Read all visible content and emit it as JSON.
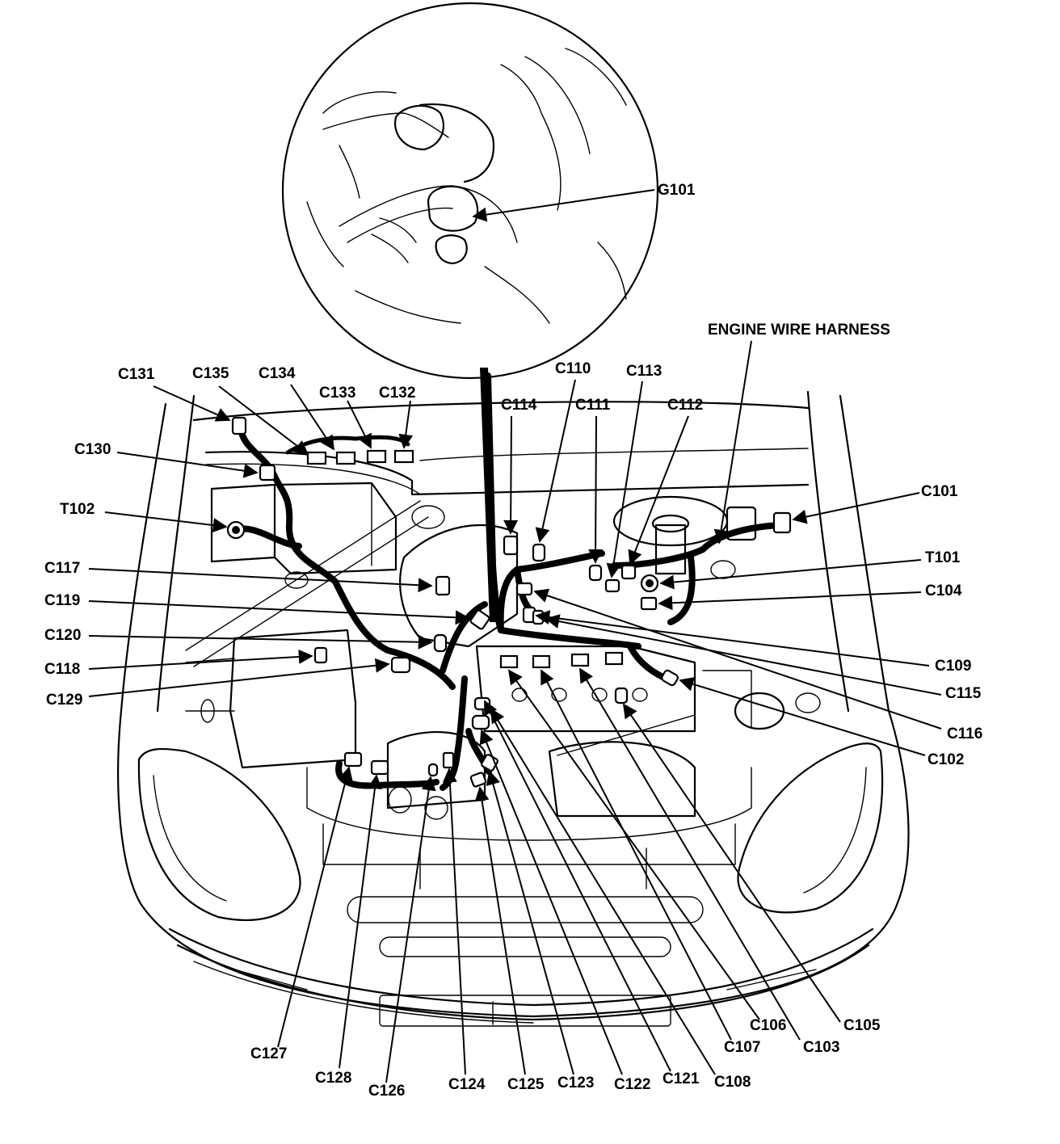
{
  "diagram": {
    "callouts": {
      "g101": "G101",
      "harness": "ENGINE WIRE HARNESS",
      "c101": "C101",
      "c102": "C102",
      "c103": "C103",
      "c104": "C104",
      "c105": "C105",
      "c106": "C106",
      "c107": "C107",
      "c108": "C108",
      "c109": "C109",
      "c110": "C110",
      "c111": "C111",
      "c112": "C112",
      "c113": "C113",
      "c114": "C114",
      "c115": "C115",
      "c116": "C116",
      "c117": "C117",
      "c118": "C118",
      "c119": "C119",
      "c120": "C120",
      "c121": "C121",
      "c122": "C122",
      "c123": "C123",
      "c124": "C124",
      "c125": "C125",
      "c126": "C126",
      "c127": "C127",
      "c128": "C128",
      "c129": "C129",
      "c130": "C130",
      "c131": "C131",
      "c132": "C132",
      "c133": "C133",
      "c134": "C134",
      "c135": "C135",
      "t101": "T101",
      "t102": "T102"
    }
  }
}
